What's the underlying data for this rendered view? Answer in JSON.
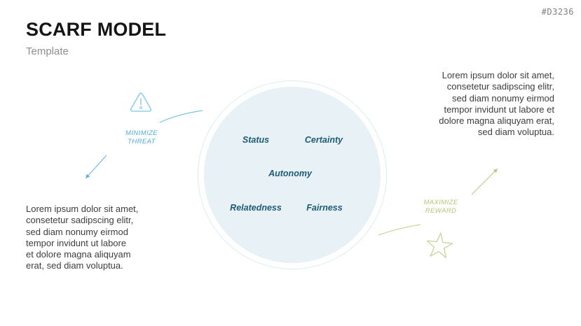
{
  "slide": {
    "code": "#D3236",
    "title": "SCARF MODEL",
    "subtitle": "Template"
  },
  "model": {
    "factors": [
      "Status",
      "Certainty",
      "Autonomy",
      "Relatedness",
      "Fairness"
    ]
  },
  "threat": {
    "label": "MINIMIZE\nTHREAT",
    "icon": "warning-triangle-icon",
    "body": "Lorem ipsum dolor sit amet,\nconsetetur sadipscing elitr,\nsed diam nonumy eirmod\ntempor invidunt ut labore\net dolore magna aliquyam\nerat, sed diam voluptua."
  },
  "reward": {
    "label": "MAXIMIZE\nREWARD",
    "icon": "star-icon",
    "body": "Lorem ipsum dolor sit amet,\nconsetetur sadipscing elitr,\nsed diam nonumy eirmod\ntempor invidunt ut labore et\ndolore magna aliquyam erat,\nsed diam voluptua."
  },
  "colors": {
    "threat_accent": "#4fabdd",
    "threat_icon_stroke": "#8fd0ec",
    "threat_line": "#7cc2e6",
    "reward_accent": "#b9c477",
    "reward_icon_stroke": "#cbd79f",
    "reward_line": "#ccd69e",
    "circle_fill": "#e8f1f5",
    "circle_ring": "#dcecf4",
    "factor_text": "#1d5b76",
    "body_text": "#3d3d3d"
  }
}
